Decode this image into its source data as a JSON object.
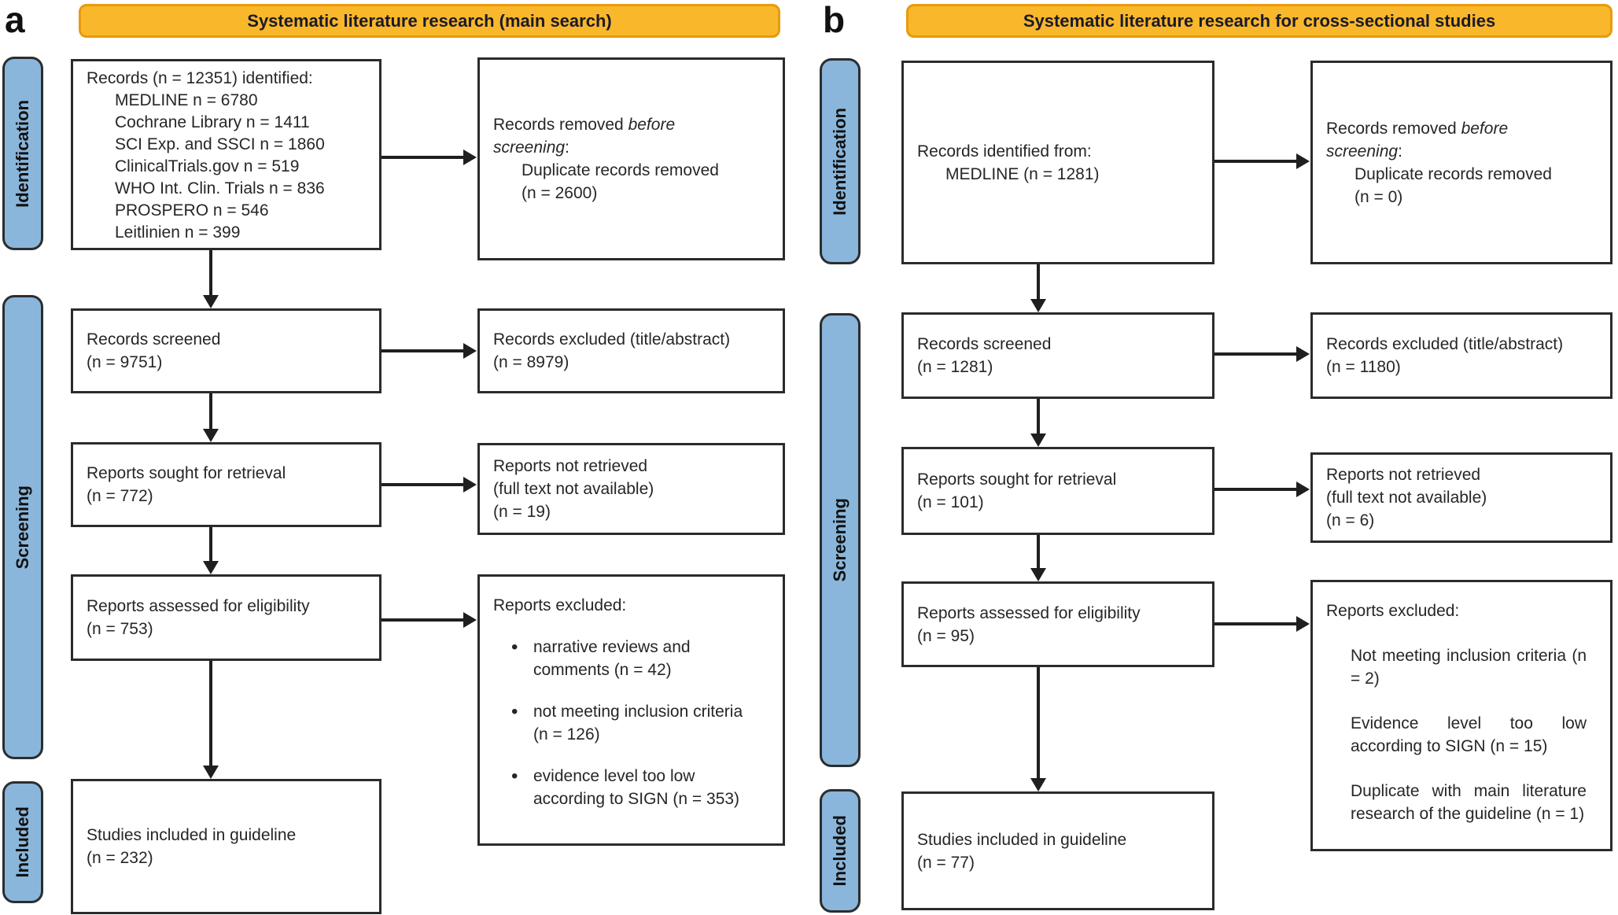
{
  "colors": {
    "header_fill": "#F9B72B",
    "header_border": "#E79B0B",
    "stage_fill": "#8AB6DB",
    "box_border": "#2b2b2b",
    "arrow": "#1f1f1f",
    "text": "#262626"
  },
  "a": {
    "label": "a",
    "header": "Systematic literature research (main search)",
    "stages": [
      "Identification",
      "Screening",
      "Included"
    ],
    "box1": {
      "title": "Records (n = 12351) identified:",
      "items": [
        "MEDLINE n = 6780",
        "Cochrane Library n = 1411",
        "SCI Exp. and SSCI n = 1860",
        "ClinicalTrials.gov n = 519",
        "WHO Int. Clin. Trials n = 836",
        "PROSPERO n = 546",
        "Leitlinien n = 399"
      ]
    },
    "box1r": {
      "prefix": "Records removed ",
      "italic": "before screening",
      "suffix": ":",
      "items": [
        "Duplicate records removed",
        "(n = 2600)"
      ]
    },
    "box2": {
      "line1": "Records screened",
      "line2": "(n = 9751)"
    },
    "box2r": {
      "line1": "Records excluded (title/abstract)",
      "line2": "(n = 8979)"
    },
    "box3": {
      "line1": "Reports sought for retrieval",
      "line2": "(n = 772)"
    },
    "box3r": {
      "line1": "Reports not retrieved",
      "line2": "(full text not available)",
      "line3": "(n = 19)"
    },
    "box4": {
      "line1": "Reports assessed for eligibility",
      "line2": "(n = 753)"
    },
    "box4r": {
      "title": "Reports excluded:",
      "bullets": [
        "narrative reviews and comments (n = 42)",
        "not meeting inclusion criteria (n = 126)",
        "evidence level too low according to SIGN (n = 353)"
      ]
    },
    "box5": {
      "line1": "Studies included in guideline",
      "line2": "(n = 232)"
    }
  },
  "b": {
    "label": "b",
    "header": "Systematic literature research for cross-sectional studies",
    "stages": [
      "Identification",
      "Screening",
      "Included"
    ],
    "box1": {
      "title": "Records identified from:",
      "items": [
        "MEDLINE (n = 1281)"
      ]
    },
    "box1r": {
      "prefix": "Records removed ",
      "italic": "before screening",
      "suffix": ":",
      "items": [
        "Duplicate records removed",
        "(n = 0)"
      ]
    },
    "box2": {
      "line1": "Records screened",
      "line2": "(n = 1281)"
    },
    "box2r": {
      "line1": "Records excluded (title/abstract)",
      "line2": "(n = 1180)"
    },
    "box3": {
      "line1": "Reports sought for retrieval",
      "line2": "(n = 101)"
    },
    "box3r": {
      "line1": "Reports not retrieved",
      "line2": "(full text not available)",
      "line3": "(n = 6)"
    },
    "box4": {
      "line1": "Reports assessed for eligibility",
      "line2": "(n = 95)"
    },
    "box4r": {
      "title": "Reports excluded:",
      "paragraphs": [
        "Not meeting inclusion criteria (n = 2)",
        "Evidence level too low according to SIGN (n = 15)",
        "Duplicate with main literature research of the guideline (n = 1)"
      ]
    },
    "box5": {
      "line1": "Studies included in guideline",
      "line2": "(n = 77)"
    }
  }
}
